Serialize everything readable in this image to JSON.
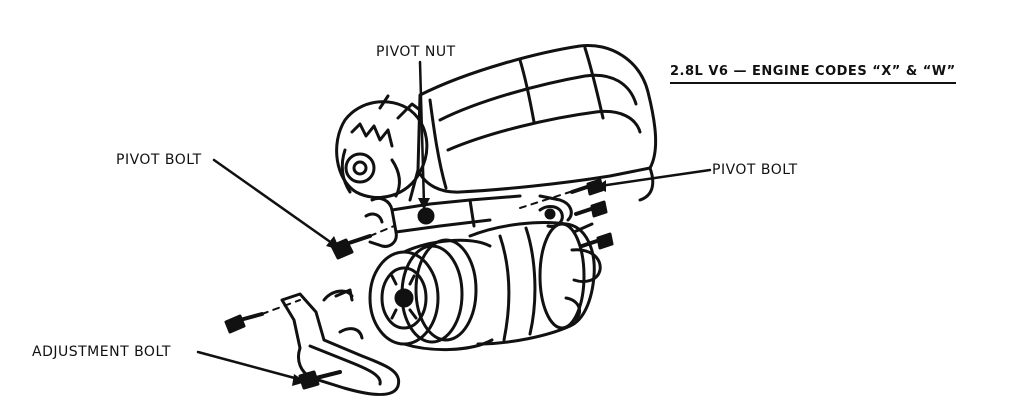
{
  "title": "2.8L V6 — ENGINE CODES “X” & “W”",
  "labels": {
    "pivot_nut": "PIVOT NUT",
    "pivot_bolt_left": "PIVOT BOLT",
    "pivot_bolt_right": "PIVOT BOLT",
    "adjustment_bolt": "ADJUSTMENT BOLT"
  },
  "colors": {
    "ink": "#111111",
    "paper": "#ffffff"
  }
}
